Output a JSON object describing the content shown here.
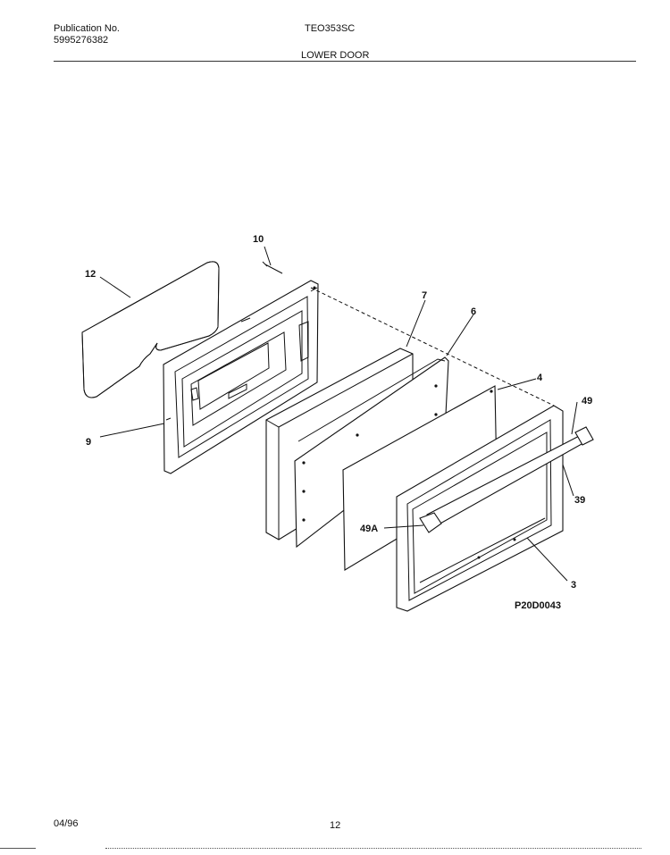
{
  "header": {
    "publication_label": "Publication No.",
    "publication_number": "5995276382",
    "model": "TEO353SC",
    "section": "LOWER DOOR"
  },
  "diagram": {
    "callouts": {
      "c10": "10",
      "c12": "12",
      "c7": "7",
      "c6": "6",
      "c4": "4",
      "c49": "49",
      "c9": "9",
      "c39": "39",
      "c49a": "49A",
      "c3": "3"
    },
    "figure_id": "P20D0043"
  },
  "footer": {
    "date": "04/96",
    "page": "12"
  }
}
